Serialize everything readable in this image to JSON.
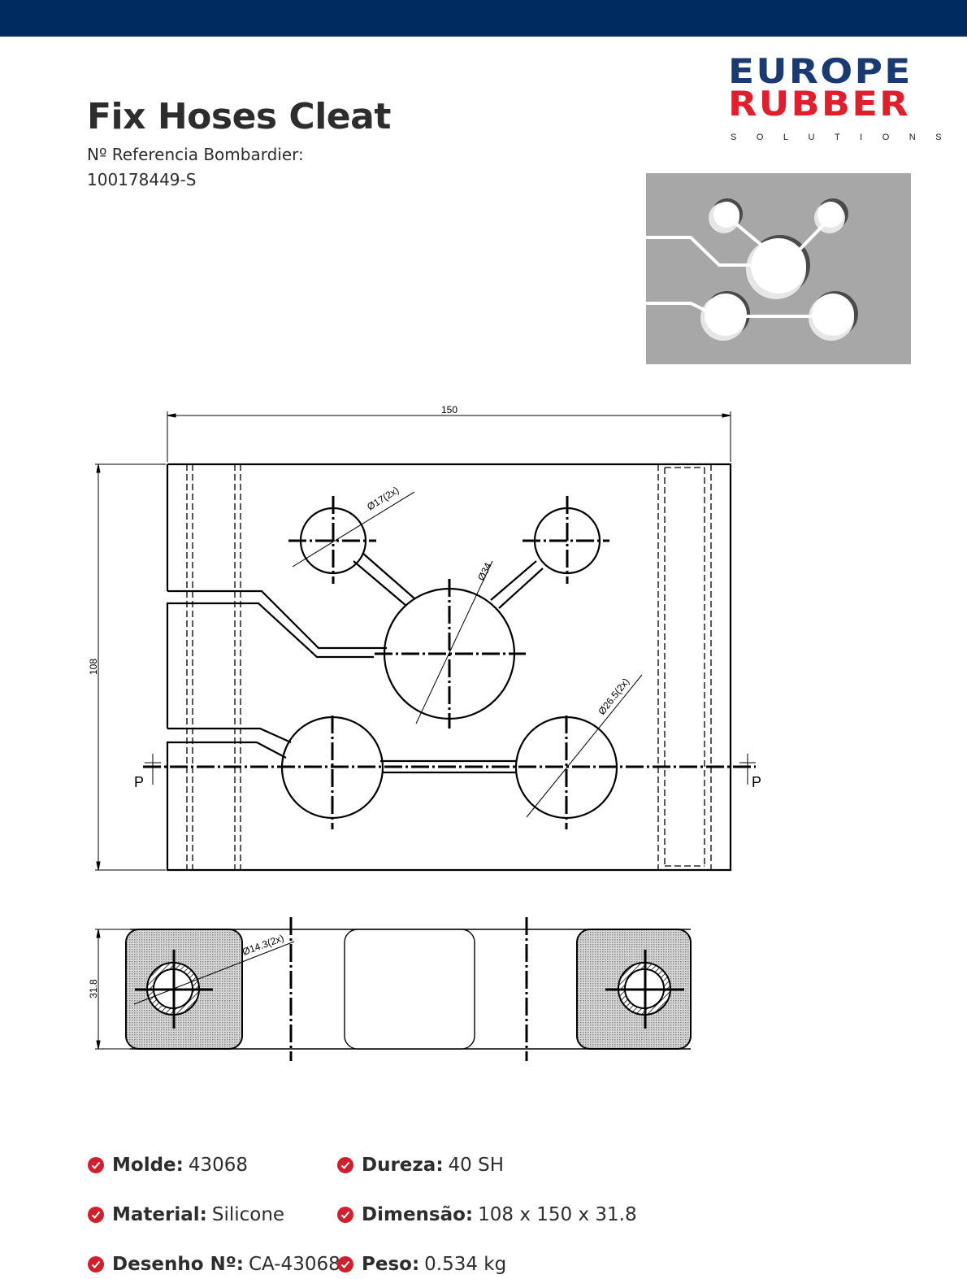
{
  "header": {
    "bar_color": "#002b61"
  },
  "logo": {
    "line1": "EUROPE",
    "line2": "RUBBER",
    "line3": "SOLUTIONS",
    "color_primary": "#1c3a72",
    "color_accent": "#e01f2d"
  },
  "product": {
    "title": "Fix Hoses Cleat",
    "reference_label": "Nº Referencia Bombardier:",
    "reference_value": "100178449-S"
  },
  "render_image": {
    "description": "3D render of cleat top view",
    "background": "#a7a7a7"
  },
  "drawing": {
    "top_view": {
      "width_dim": "150",
      "height_dim": "108",
      "hole_small": "Ø17(2x)",
      "hole_center": "Ø34",
      "hole_lower": "Ø26.5(2x)",
      "section_left": "P",
      "section_right": "P"
    },
    "side_view": {
      "height_dim": "31.8",
      "hole_dim": "Ø14.3(2x)"
    }
  },
  "specs": [
    {
      "label": "Molde:",
      "value": "43068"
    },
    {
      "label": "Material:",
      "value": "Silicone"
    },
    {
      "label": "Desenho Nº:",
      "value": "CA-43068"
    },
    {
      "label": "Dureza:",
      "value": "40 SH"
    },
    {
      "label": "Dimensão:",
      "value": "108 x 150 x 31.8"
    },
    {
      "label": "Peso:",
      "value": "0.534 kg"
    }
  ],
  "check_icon_color": "#d0202e"
}
